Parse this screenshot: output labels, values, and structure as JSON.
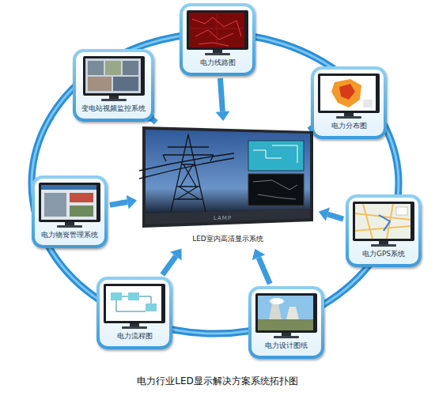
{
  "diagram": {
    "caption": "电力行业LED显示解决方案系统拓扑图",
    "nodes": [
      {
        "text": [
          "电力线路图"
        ]
      },
      {
        "text": [
          "变电站视频监控系统"
        ]
      },
      {
        "text": [
          "电力分布图"
        ]
      },
      {
        "text": [
          "LED室内高清显示系统"
        ]
      },
      {
        "text": [
          "电力物资管理系统"
        ]
      },
      {
        "text": [
          "电力GPS系统"
        ]
      },
      {
        "text": [
          "电力流程图"
        ]
      },
      {
        "text": [
          "电力设计图纸"
        ]
      }
    ],
    "edges": [
      {
        "from": 0,
        "to": 3,
        "arrow": "to"
      },
      {
        "from": 1,
        "to": 3,
        "arrow": "to"
      },
      {
        "from": 2,
        "to": 3,
        "arrow": "to"
      },
      {
        "from": 4,
        "to": 3,
        "arrow": "to"
      },
      {
        "from": 5,
        "to": 3,
        "arrow": "to"
      },
      {
        "from": 6,
        "to": 3,
        "arrow": "to"
      },
      {
        "from": 7,
        "to": 3,
        "arrow": "to"
      }
    ],
    "labels": [
      "LAMP"
    ]
  }
}
